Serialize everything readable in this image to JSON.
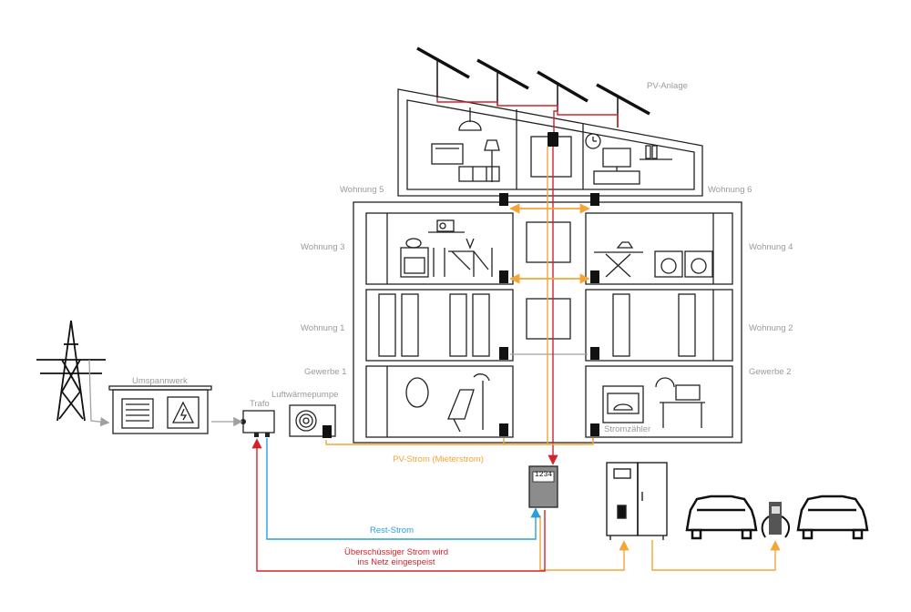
{
  "labels": {
    "pv_anlage": "PV-Anlage",
    "wohnung_5": "Wohnung 5",
    "wohnung_6": "Wohnung 6",
    "wohnung_3": "Wohnung 3",
    "wohnung_4": "Wohnung 4",
    "wohnung_1": "Wohnung 1",
    "wohnung_2": "Wohnung 2",
    "gewerbe_1": "Gewerbe 1",
    "gewerbe_2": "Gewerbe 2",
    "umspannwerk": "Umspannwerk",
    "trafo": "Trafo",
    "luftwaermepumpe": "Luftwärmepumpe",
    "stromzaehler": "Stromzähler",
    "meter_display": "1234"
  },
  "flows": {
    "pv_strom": "PV-Strom (Mieterstrom)",
    "rest_strom": "Rest-Strom",
    "ueberschuss_line1": "Überschüssiger Strom wird",
    "ueberschuss_line2": "ins Netz eingespeist"
  },
  "colors": {
    "grid_gray": "#a0a0a0",
    "pv_orange": "#f3a536",
    "rest_blue": "#2a9fd8",
    "surplus_red": "#d2232a",
    "outline": "#222222"
  },
  "icons": [
    "power-pylon-icon",
    "substation-icon",
    "transformer-icon",
    "heat-pump-icon",
    "solar-panel-icon",
    "electricity-meter-icon",
    "battery-storage-icon",
    "car-icon",
    "ev-charger-icon"
  ]
}
